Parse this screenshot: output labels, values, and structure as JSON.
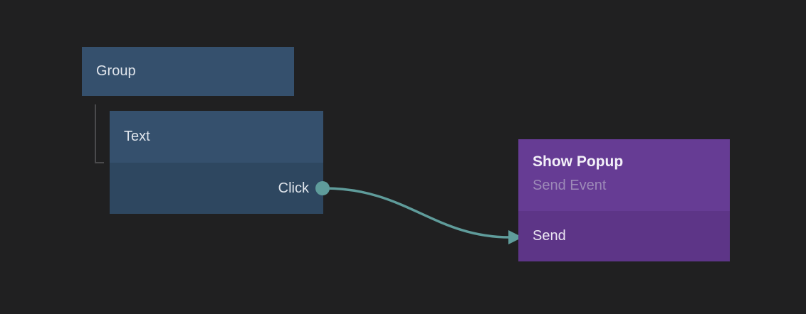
{
  "editor": {
    "kind": "node-graph-canvas"
  },
  "nodes": {
    "group": {
      "label": "Group"
    },
    "text": {
      "label": "Text",
      "port": {
        "label": "Click",
        "type": "output"
      }
    },
    "show_popup": {
      "title": "Show Popup",
      "subtitle": "Send Event",
      "port": {
        "label": "Send",
        "type": "input"
      }
    }
  },
  "connection": {
    "from": "Text.Click",
    "to": "Show Popup.Send"
  },
  "palette": {
    "background": "#202021",
    "node_blue_header": "#35506d",
    "node_blue_body": "#2e4760",
    "node_purple_header": "#663c94",
    "node_purple_body": "#5d3587",
    "wire_teal": "#5f9c9b",
    "tree_line_gray": "#4a4a4c",
    "subtitle_muted": "#9d8ab8",
    "label_text": "#dfe4eb"
  }
}
